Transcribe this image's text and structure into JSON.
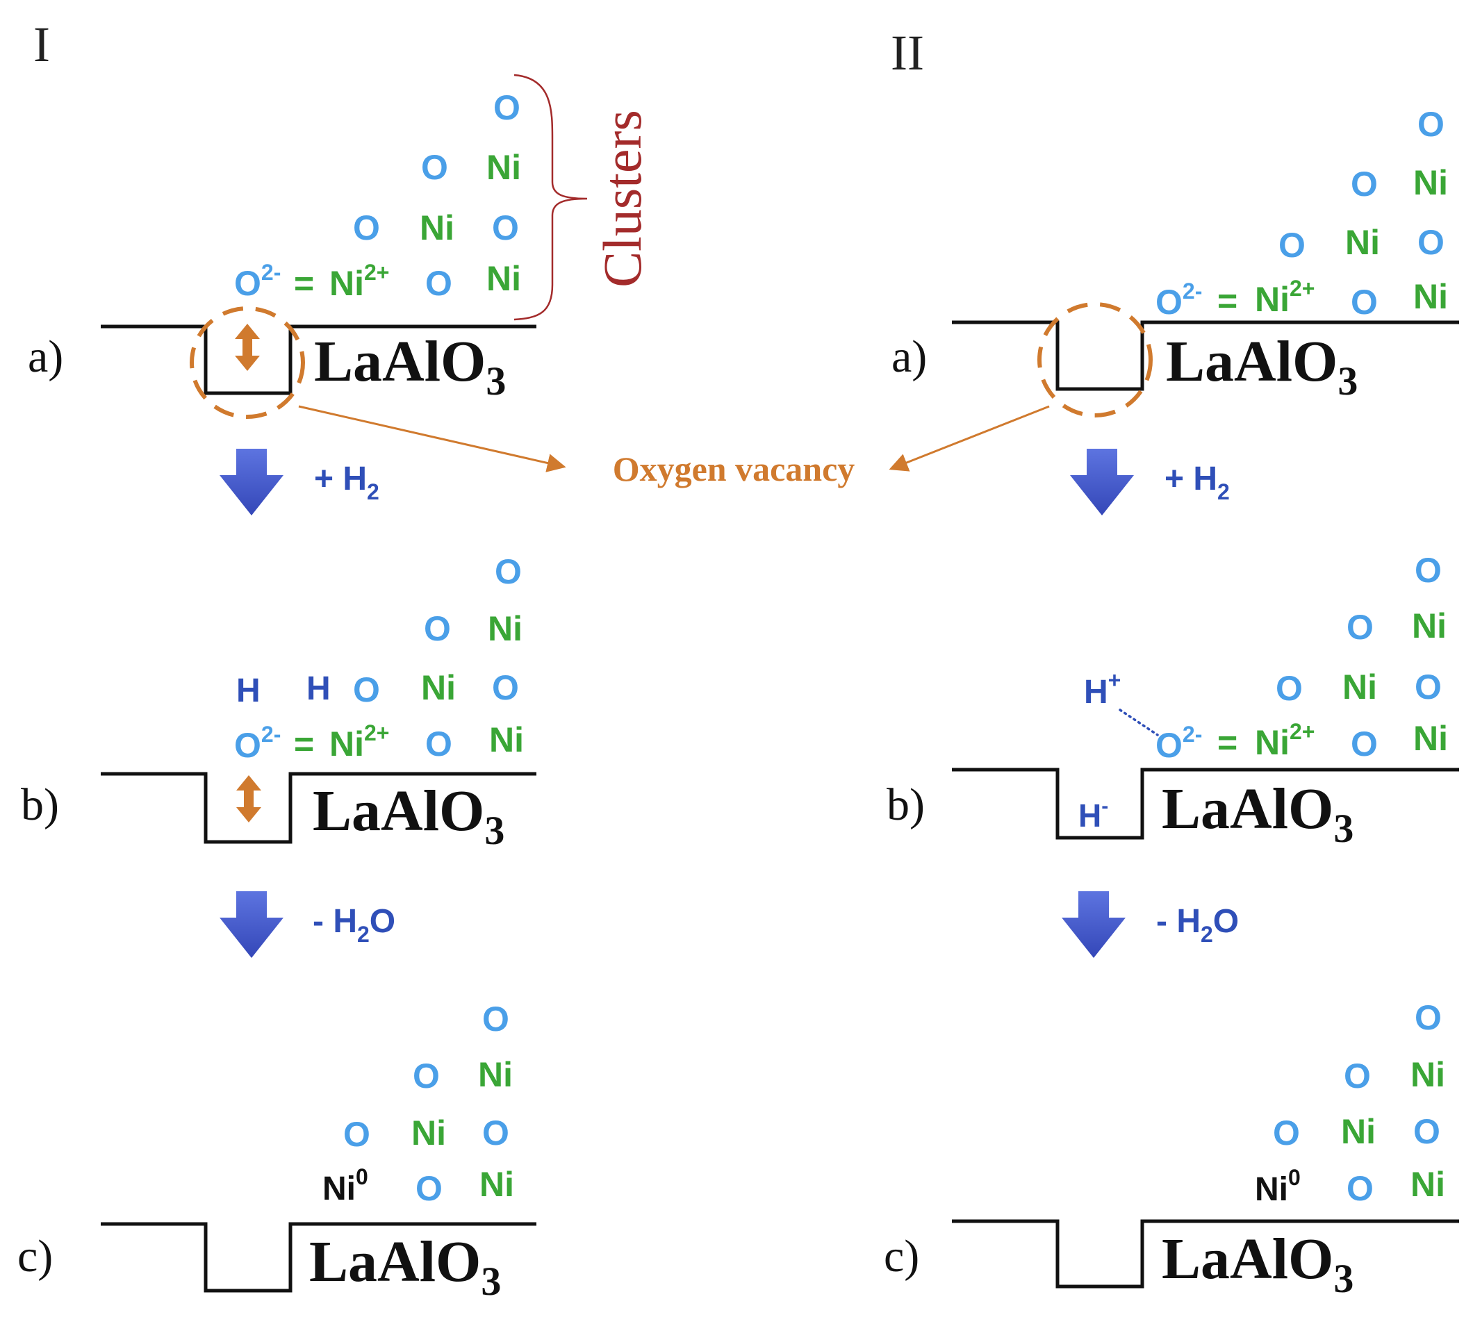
{
  "colors": {
    "oxygen": "#4a9fe8",
    "nickel": "#3aa636",
    "hydrogen": "#2f4fb8",
    "arrow": "#4a5fd0",
    "vacancy": "#d07a2e",
    "clusters": "#a32b2b"
  },
  "panels": {
    "I": {
      "title": "I"
    },
    "II": {
      "title": "II"
    }
  },
  "labels": {
    "a": "a)",
    "b": "b)",
    "c": "c)"
  },
  "support": {
    "la": "LaAlO",
    "sub": "3"
  },
  "species": {
    "O": "O",
    "Ni": "Ni",
    "H": "H",
    "O2minus": "O",
    "O2minus_sup": "2-",
    "eq": "=",
    "Ni2plus": "Ni",
    "Ni2plus_sup": "2+",
    "Ni0": "Ni",
    "Ni0_sup": "0",
    "Hplus": "H",
    "Hplus_sup": "+",
    "Hminus": "H",
    "Hminus_sup": "-"
  },
  "steps": {
    "plus": "+ H",
    "plus_sub": "2",
    "minus": "- H",
    "minus_sub": "2",
    "minus_end": "O"
  },
  "annotations": {
    "clusters": "Clusters",
    "oxygen_vacancy": "Oxygen vacancy"
  }
}
